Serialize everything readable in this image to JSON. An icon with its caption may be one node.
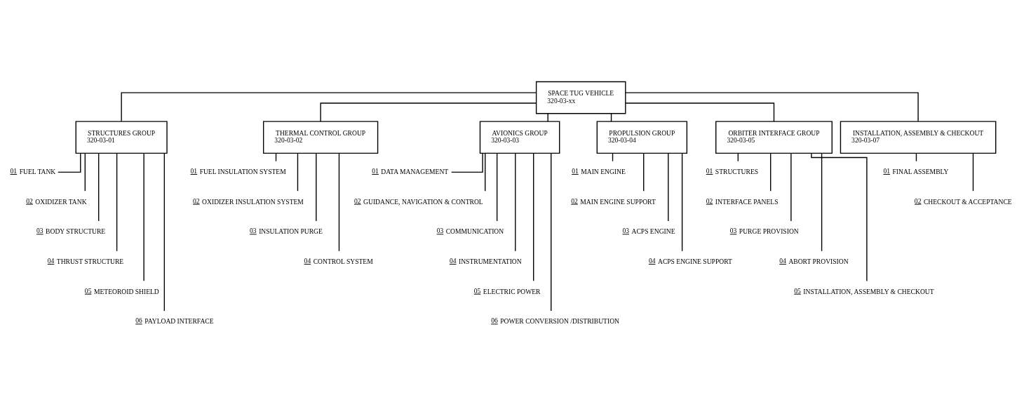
{
  "diagram": {
    "nodes": [
      {
        "text": [
          "SPACE TUG VEHICLE",
          "320-03-xx"
        ]
      },
      {
        "text": [
          "STRUCTURES GROUP",
          "320-03-01"
        ]
      },
      {
        "text": [
          "THERMAL CONTROL GROUP",
          "320-03-02"
        ]
      },
      {
        "text": [
          "AVIONICS GROUP",
          "320-03-03"
        ]
      },
      {
        "text": [
          "PROPULSION GROUP",
          "320-03-04"
        ]
      },
      {
        "text": [
          "ORBITER INTERFACE GROUP",
          "320-03-05"
        ]
      },
      {
        "text": [
          "INSTALLATION, ASSEMBLY & CHECKOUT",
          "320-03-07"
        ]
      },
      {
        "text": [
          "01",
          "FUEL TANK"
        ]
      },
      {
        "text": [
          "02",
          "OXIDIZER TANK"
        ]
      },
      {
        "text": [
          "03",
          "BODY STRUCTURE"
        ]
      },
      {
        "text": [
          "04",
          "THRUST STRUCTURE"
        ]
      },
      {
        "text": [
          "05",
          "METEOROID SHIELD"
        ]
      },
      {
        "text": [
          "06",
          "PAYLOAD INTERFACE"
        ]
      },
      {
        "text": [
          "01",
          "FUEL INSULATION SYSTEM"
        ]
      },
      {
        "text": [
          "02",
          "OXIDIZER INSULATION SYSTEM"
        ]
      },
      {
        "text": [
          "03",
          "INSULATION PURGE"
        ]
      },
      {
        "text": [
          "04",
          "CONTROL SYSTEM"
        ]
      },
      {
        "text": [
          "01",
          "DATA MANAGEMENT"
        ]
      },
      {
        "text": [
          "02",
          "GUIDANCE, NAVIGATION & CONTROL"
        ]
      },
      {
        "text": [
          "03",
          "COMMUNICATION"
        ]
      },
      {
        "text": [
          "04",
          "INSTRUMENTATION"
        ]
      },
      {
        "text": [
          "05",
          "ELECTRIC POWER"
        ]
      },
      {
        "text": [
          "06",
          "POWER CONVERSION /DISTRIBUTION"
        ]
      },
      {
        "text": [
          "01",
          "MAIN ENGINE"
        ]
      },
      {
        "text": [
          "02",
          "MAIN ENGINE SUPPORT"
        ]
      },
      {
        "text": [
          "03",
          "ACPS ENGINE"
        ]
      },
      {
        "text": [
          "04",
          "ACPS ENGINE SUPPORT"
        ]
      },
      {
        "text": [
          "01",
          "STRUCTURES"
        ]
      },
      {
        "text": [
          "02",
          "INTERFACE PANELS"
        ]
      },
      {
        "text": [
          "03",
          "PURGE PROVISION"
        ]
      },
      {
        "text": [
          "04",
          "ABORT PROVISION"
        ]
      },
      {
        "text": [
          "05",
          "INSTALLATION, ASSEMBLY & CHECKOUT"
        ]
      },
      {
        "text": [
          "01",
          "FINAL ASSEMBLY"
        ]
      },
      {
        "text": [
          "02",
          "CHECKOUT & ACCEPTANCE"
        ]
      }
    ],
    "edges": [
      {
        "from": 0,
        "to": 1,
        "arrow": "none"
      },
      {
        "from": 0,
        "to": 2,
        "arrow": "none"
      },
      {
        "from": 0,
        "to": 3,
        "arrow": "none"
      },
      {
        "from": 0,
        "to": 4,
        "arrow": "none"
      },
      {
        "from": 0,
        "to": 5,
        "arrow": "none"
      },
      {
        "from": 0,
        "to": 6,
        "arrow": "none"
      },
      {
        "from": 1,
        "to": 7,
        "arrow": "none"
      },
      {
        "from": 1,
        "to": 8,
        "arrow": "none"
      },
      {
        "from": 1,
        "to": 9,
        "arrow": "none"
      },
      {
        "from": 1,
        "to": 10,
        "arrow": "none"
      },
      {
        "from": 1,
        "to": 11,
        "arrow": "none"
      },
      {
        "from": 1,
        "to": 12,
        "arrow": "none"
      },
      {
        "from": 2,
        "to": 13,
        "arrow": "none"
      },
      {
        "from": 2,
        "to": 14,
        "arrow": "none"
      },
      {
        "from": 2,
        "to": 15,
        "arrow": "none"
      },
      {
        "from": 2,
        "to": 16,
        "arrow": "none"
      },
      {
        "from": 3,
        "to": 17,
        "arrow": "none"
      },
      {
        "from": 3,
        "to": 18,
        "arrow": "none"
      },
      {
        "from": 3,
        "to": 19,
        "arrow": "none"
      },
      {
        "from": 3,
        "to": 20,
        "arrow": "none"
      },
      {
        "from": 3,
        "to": 21,
        "arrow": "none"
      },
      {
        "from": 3,
        "to": 22,
        "arrow": "none"
      },
      {
        "from": 4,
        "to": 23,
        "arrow": "none"
      },
      {
        "from": 4,
        "to": 24,
        "arrow": "none"
      },
      {
        "from": 4,
        "to": 25,
        "arrow": "none"
      },
      {
        "from": 4,
        "to": 26,
        "arrow": "none"
      },
      {
        "from": 5,
        "to": 27,
        "arrow": "none"
      },
      {
        "from": 5,
        "to": 28,
        "arrow": "none"
      },
      {
        "from": 5,
        "to": 29,
        "arrow": "none"
      },
      {
        "from": 5,
        "to": 30,
        "arrow": "none"
      },
      {
        "from": 5,
        "to": 31,
        "arrow": "none"
      },
      {
        "from": 6,
        "to": 32,
        "arrow": "none"
      },
      {
        "from": 6,
        "to": 33,
        "arrow": "none"
      }
    ]
  }
}
